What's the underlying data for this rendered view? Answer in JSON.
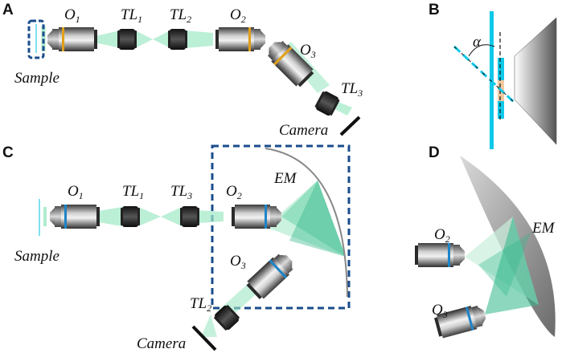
{
  "panels": {
    "a": "A",
    "b": "B",
    "c": "C",
    "d": "D"
  },
  "panel_a": {
    "o1": {
      "main": "O",
      "sub": "1"
    },
    "tl1": {
      "main": "TL",
      "sub": "1"
    },
    "tl2": {
      "main": "TL",
      "sub": "2"
    },
    "o2": {
      "main": "O",
      "sub": "2"
    },
    "o3": {
      "main": "O",
      "sub": "3"
    },
    "tl3": {
      "main": "TL",
      "sub": "3"
    },
    "sample": "Sample",
    "camera": "Camera"
  },
  "panel_b": {
    "angle": "α"
  },
  "panel_c": {
    "o1": {
      "main": "O",
      "sub": "1"
    },
    "tl1": {
      "main": "TL",
      "sub": "1"
    },
    "tl3": {
      "main": "TL",
      "sub": "3"
    },
    "o2": {
      "main": "O",
      "sub": "2"
    },
    "em": "EM",
    "o3": {
      "main": "O",
      "sub": "3"
    },
    "tl2": {
      "main": "TL",
      "sub": "2"
    },
    "sample": "Sample",
    "camera": "Camera"
  },
  "panel_d": {
    "o2": {
      "main": "O",
      "sub": "2"
    },
    "o3": {
      "main": "O",
      "sub": "3"
    },
    "em": "EM"
  },
  "colors": {
    "beam": "#9ee8c4",
    "beam_dark": "#2fb78a",
    "cyan": "#10c8e8",
    "orange_band": "#e0a019",
    "blue_band": "#1e84c8",
    "dashed_box": "#1a4c8c",
    "mirror": "#888888"
  }
}
